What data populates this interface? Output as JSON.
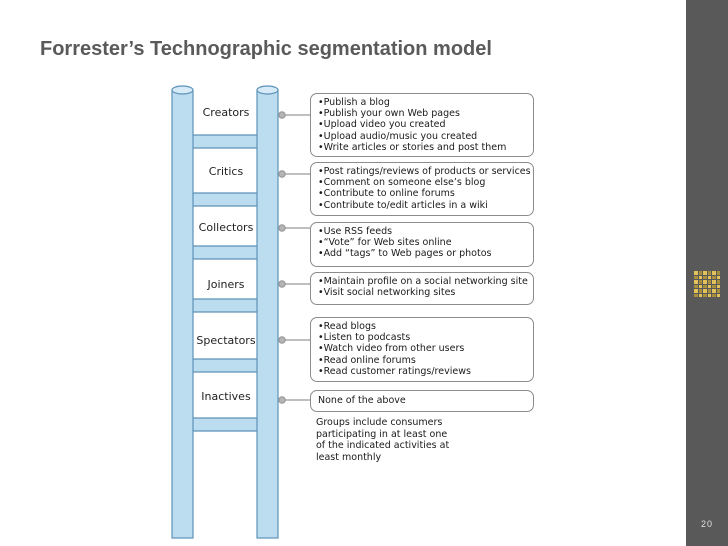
{
  "title": "Forrester’s Technographic segmentation model",
  "page_number": "20",
  "colors": {
    "rail_fill": "#bcdcef",
    "rail_stroke": "#5d93b8",
    "right_bar": "#595959",
    "logo_accent": "#e3c25a"
  },
  "tiers": [
    {
      "label": "Creators",
      "items": [
        "Publish a blog",
        "Publish your own Web pages",
        "Upload video you created",
        "Upload audio/music you created",
        "Write articles or stories and post them"
      ]
    },
    {
      "label": "Critics",
      "items": [
        "Post ratings/reviews of products or services",
        "Comment on someone else’s blog",
        "Contribute to online forums",
        "Contribute to/edit articles in a wiki"
      ]
    },
    {
      "label": "Collectors",
      "items": [
        "Use RSS feeds",
        "“Vote” for Web sites online",
        "Add “tags” to Web pages or photos"
      ]
    },
    {
      "label": "Joiners",
      "items": [
        "Maintain profile on a social networking site",
        "Visit social networking sites"
      ]
    },
    {
      "label": "Spectators",
      "items": [
        "Read blogs",
        "Listen to podcasts",
        "Watch video from other users",
        "Read online forums",
        "Read customer ratings/reviews"
      ]
    },
    {
      "label": "Inactives",
      "items": [],
      "text": "None of the above"
    }
  ],
  "note_lines": [
    "Groups include consumers",
    "participating in at least one",
    "of the indicated activities at",
    "least monthly"
  ]
}
